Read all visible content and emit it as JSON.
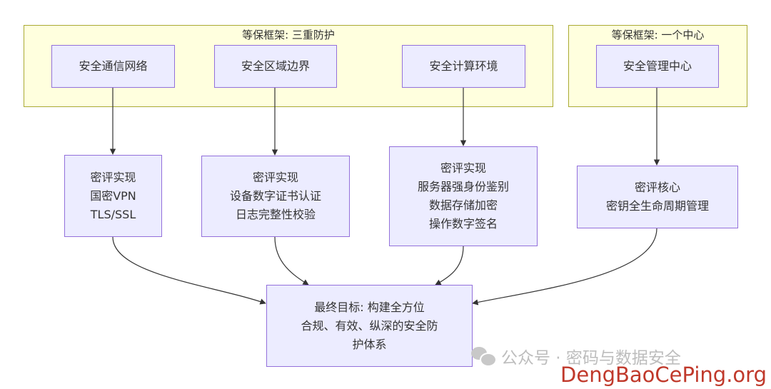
{
  "clusters": {
    "triple": {
      "title": "等保框架: 三重防护"
    },
    "center": {
      "title": "等保框架: 一个中心"
    }
  },
  "nodes": {
    "network": {
      "label": "安全通信网络"
    },
    "boundary": {
      "label": "安全区域边界"
    },
    "computing": {
      "label": "安全计算环境"
    },
    "management": {
      "label": "安全管理中心"
    },
    "impl_network": {
      "lines": [
        "密评实现",
        "国密VPN",
        "TLS/SSL"
      ]
    },
    "impl_boundary": {
      "lines": [
        "密评实现",
        "设备数字证书认证",
        "日志完整性校验"
      ]
    },
    "impl_computing": {
      "lines": [
        "密评实现",
        "服务器强身份鉴别",
        "数据存储加密",
        "操作数字签名"
      ]
    },
    "core_management": {
      "lines": [
        "密评核心",
        "密钥全生命周期管理"
      ]
    },
    "goal": {
      "lines": [
        "最终目标: 构建全方位",
        "合规、有效、纵深的安全防",
        "护体系"
      ]
    }
  },
  "colors": {
    "cluster_fill": "#ffffde",
    "cluster_stroke": "#aaaa33",
    "node_fill": "#ececff",
    "node_stroke": "#9370db",
    "edge": "#333333",
    "site_text": "#c0392b"
  },
  "watermark": {
    "icon": "wechat-icon",
    "text": "公众号 · 密码与数据安全",
    "site": "DengBaoCePing.org"
  }
}
